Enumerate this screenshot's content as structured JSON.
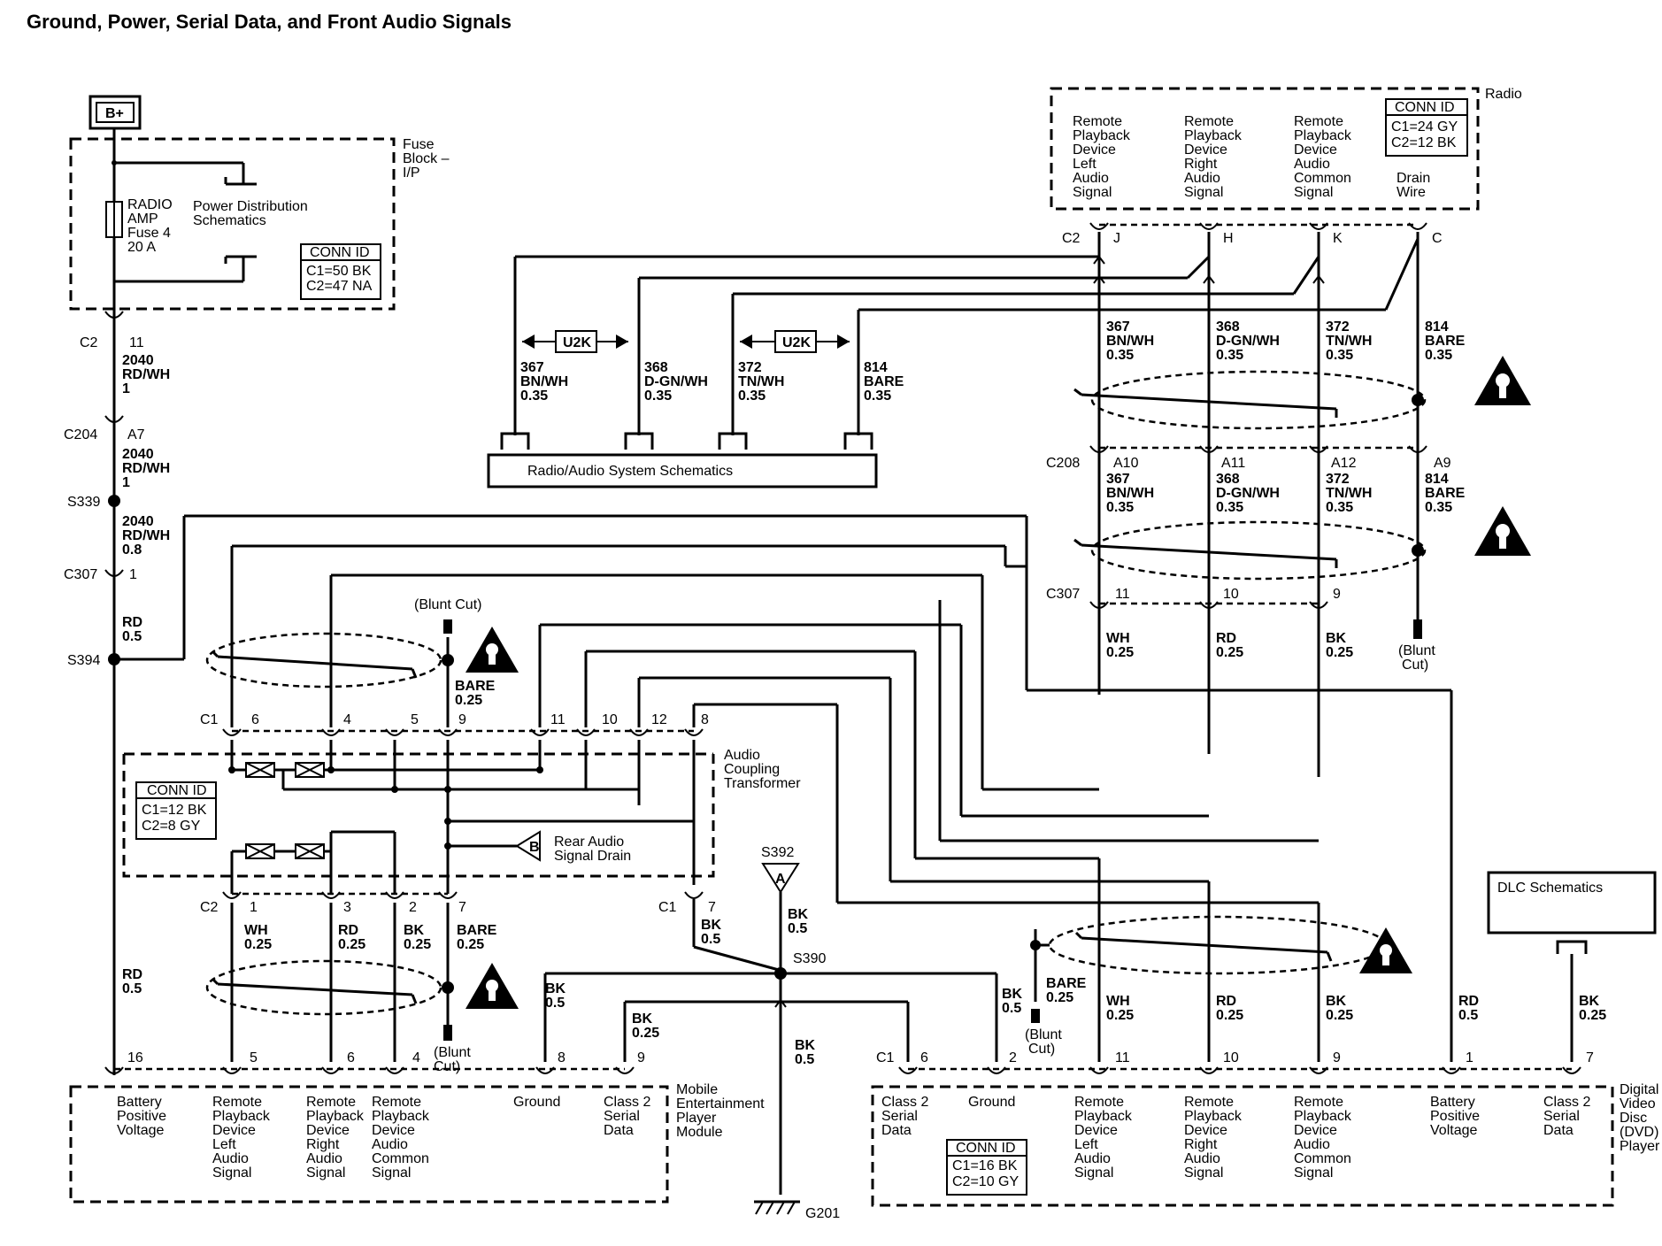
{
  "title": "Ground, Power, Serial Data, and Front Audio Signals",
  "battery": "B+",
  "fuse_block": {
    "name": [
      "Fuse",
      "Block –",
      "I/P"
    ],
    "fuse": [
      "RADIO",
      "AMP",
      "Fuse 4",
      "20 A"
    ],
    "power_dist": [
      "Power Distribution",
      "Schematics"
    ],
    "conn_id": {
      "title": "CONN ID",
      "lines": [
        "C1=50 BK",
        "C2=47 NA"
      ]
    }
  },
  "radio": {
    "name": "Radio",
    "pins": [
      {
        "label": [
          "Remote",
          "Playback",
          "Device",
          "Left",
          "Audio",
          "Signal"
        ],
        "pin": "J"
      },
      {
        "label": [
          "Remote",
          "Playback",
          "Device",
          "Right",
          "Audio",
          "Signal"
        ],
        "pin": "H"
      },
      {
        "label": [
          "Remote",
          "Playback",
          "Device",
          "Audio",
          "Common",
          "Signal"
        ],
        "pin": "K"
      },
      {
        "label": [
          "Drain",
          "Wire"
        ],
        "pin": "C"
      }
    ],
    "connector": "C2",
    "conn_id": {
      "title": "CONN ID",
      "lines": [
        "C1=24 GY",
        "C2=12 BK"
      ]
    }
  },
  "radio_wires": [
    [
      "367",
      "BN/WH",
      "0.35"
    ],
    [
      "368",
      "D-GN/WH",
      "0.35"
    ],
    [
      "372",
      "TN/WH",
      "0.35"
    ],
    [
      "814",
      "BARE",
      "0.35"
    ]
  ],
  "c208": {
    "name": "C208",
    "pins": [
      "A10",
      "A11",
      "A12",
      "A9"
    ]
  },
  "c208_wires": [
    [
      "367",
      "BN/WH",
      "0.35"
    ],
    [
      "368",
      "D-GN/WH",
      "0.35"
    ],
    [
      "372",
      "TN/WH",
      "0.35"
    ],
    [
      "814",
      "BARE",
      "0.35"
    ]
  ],
  "c307_right": {
    "name": "C307",
    "pins": [
      "11",
      "10",
      "9"
    ]
  },
  "right_wires": [
    [
      "WH",
      "0.25"
    ],
    [
      "RD",
      "0.25"
    ],
    [
      "BK",
      "0.25"
    ]
  ],
  "blunt_cut": [
    "(Blunt",
    "Cut)"
  ],
  "blunt_cut_inline": "(Blunt Cut)",
  "audio_sys": {
    "label": "Radio/Audio System Schematics",
    "u2k": "U2K",
    "wires": [
      [
        "367",
        "BN/WH",
        "0.35"
      ],
      [
        "368",
        "D-GN/WH",
        "0.35"
      ],
      [
        "372",
        "TN/WH",
        "0.35"
      ],
      [
        "814",
        "BARE",
        "0.35"
      ]
    ]
  },
  "left_chain": {
    "c2": "C2",
    "c2_pin": "11",
    "wire1": [
      "2040",
      "RD/WH",
      "1"
    ],
    "c204": "C204",
    "c204_pin": "A7",
    "wire2": [
      "2040",
      "RD/WH",
      "1"
    ],
    "s339": "S339",
    "wire3": [
      "2040",
      "RD/WH",
      "0.8"
    ],
    "c307": "C307",
    "c307_pin": "1",
    "wire4": [
      "RD",
      "0.5"
    ],
    "s394": "S394",
    "wire5": [
      "RD",
      "0.5"
    ]
  },
  "transformer": {
    "name": [
      "Audio",
      "Coupling",
      "Transformer"
    ],
    "c1": "C1",
    "c1_pins": [
      "6",
      "4",
      "5",
      "9",
      "11",
      "10",
      "12",
      "8"
    ],
    "bare_wire": [
      "BARE",
      "0.25"
    ],
    "conn_id": {
      "title": "CONN ID",
      "lines": [
        "C1=12 BK",
        "C2=8 GY"
      ]
    },
    "rear_drain": [
      "Rear Audio",
      "Signal Drain"
    ],
    "rear_drain_pin": "B",
    "c2": "C2",
    "c2_pins": [
      "1",
      "3",
      "2",
      "7"
    ],
    "c2_wires": [
      [
        "WH",
        "0.25"
      ],
      [
        "RD",
        "0.25"
      ],
      [
        "BK",
        "0.25"
      ],
      [
        "BARE",
        "0.25"
      ]
    ],
    "c1_pin7": "C1",
    "c1_pin7_num": "7"
  },
  "ground": {
    "s392": "S392",
    "s392_pin": "A",
    "s390": "S390",
    "g201": "G201",
    "wires": {
      "bk05": [
        "BK",
        "0.5"
      ]
    }
  },
  "mem": {
    "name": [
      "Mobile",
      "Entertainment",
      "Player",
      "Module"
    ],
    "pins": [
      {
        "pin": "16",
        "label": [
          "Battery",
          "Positive",
          "Voltage"
        ]
      },
      {
        "pin": "5",
        "label": [
          "Remote",
          "Playback",
          "Device",
          "Left",
          "Audio",
          "Signal"
        ]
      },
      {
        "pin": "6",
        "label": [
          "Remote",
          "Playback",
          "Device",
          "Right",
          "Audio",
          "Signal"
        ]
      },
      {
        "pin": "4",
        "label": [
          "Remote",
          "Playback",
          "Device",
          "Audio",
          "Common",
          "Signal"
        ]
      },
      {
        "pin": "8",
        "label": [
          "Ground"
        ]
      },
      {
        "pin": "9",
        "label": [
          "Class 2",
          "Serial",
          "Data"
        ]
      }
    ],
    "wire_bk": [
      "BK",
      "0.25"
    ]
  },
  "dvd": {
    "name": [
      "Digital",
      "Video",
      "Disc",
      "(DVD)",
      "Player"
    ],
    "c1": "C1",
    "pins": [
      {
        "pin": "6",
        "label": [
          "Class 2",
          "Serial",
          "Data"
        ]
      },
      {
        "pin": "2",
        "label": [
          "Ground"
        ]
      },
      {
        "pin": "11",
        "label": [
          "Remote",
          "Playback",
          "Device",
          "Left",
          "Audio",
          "Signal"
        ]
      },
      {
        "pin": "10",
        "label": [
          "Remote",
          "Playback",
          "Device",
          "Right",
          "Audio",
          "Signal"
        ]
      },
      {
        "pin": "9",
        "label": [
          "Remote",
          "Playback",
          "Device",
          "Audio",
          "Common",
          "Signal"
        ]
      },
      {
        "pin": "1",
        "label": [
          "Battery",
          "Positive",
          "Voltage"
        ]
      },
      {
        "pin": "7",
        "label": [
          "Class 2",
          "Serial",
          "Data"
        ]
      }
    ],
    "conn_id": {
      "title": "CONN ID",
      "lines": [
        "C1=16 BK",
        "C2=10 GY"
      ]
    },
    "wires": [
      [
        "WH",
        "0.25"
      ],
      [
        "RD",
        "0.25"
      ],
      [
        "BK",
        "0.25"
      ],
      [
        "RD",
        "0.5"
      ],
      [
        "BK",
        "0.25"
      ]
    ],
    "bare": [
      "BARE",
      "0.25"
    ]
  },
  "dlc": "DLC Schematics",
  "colors": {
    "line": "#000000",
    "background": "#ffffff"
  }
}
